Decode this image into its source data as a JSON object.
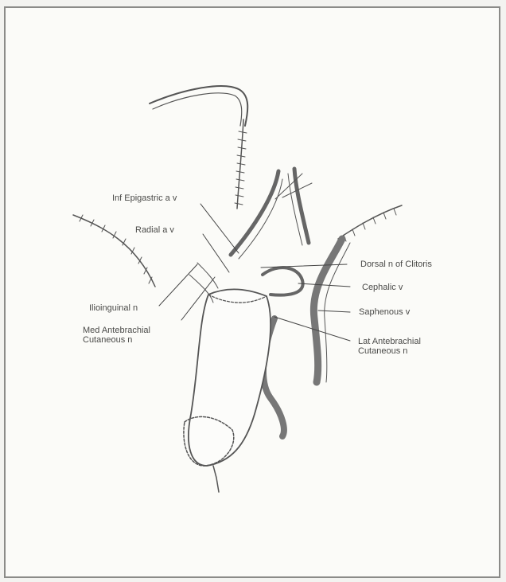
{
  "labels": {
    "inf_epigastric": "Inf Epigastric a v",
    "radial": "Radial a v",
    "ilioinguinal": "Ilioinguinal n",
    "med_antebrachial_line1": "Med Antebrachial",
    "med_antebrachial_line2": "Cutaneous n",
    "dorsal_clitoris": "Dorsal n of Clitoris",
    "cephalic": "Cephalic v",
    "saphenous": "Saphenous v",
    "lat_antebrachial_line1": "Lat Antebrachial",
    "lat_antebrachial_line2": "Cutaneous n"
  }
}
